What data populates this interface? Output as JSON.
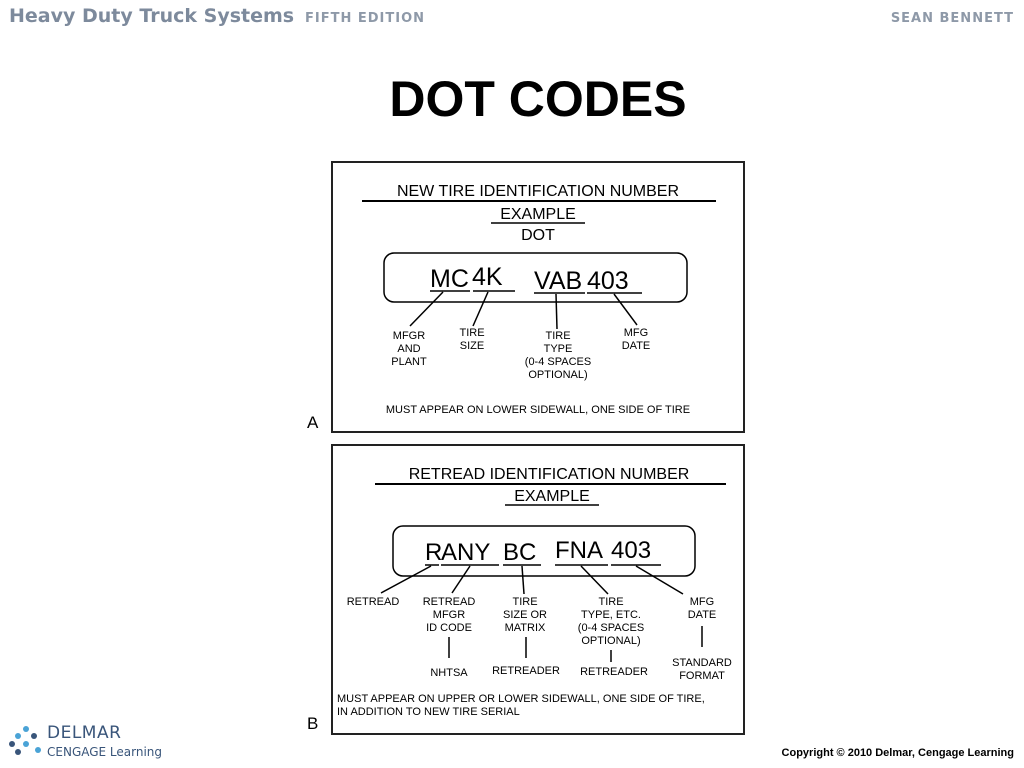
{
  "header": {
    "book_title": "Heavy Duty Truck Systems",
    "edition": "FIFTH EDITION",
    "author": "SEAN BENNETT"
  },
  "slide_title": "DOT CODES",
  "panel_a": {
    "label": "A",
    "heading_line1": "NEW TIRE IDENTIFICATION NUMBER",
    "heading_line2": "EXAMPLE",
    "heading_line3": "DOT",
    "code_part1": "MC",
    "code_part2": "4K",
    "code_part3": "VAB",
    "code_part4": "403",
    "callouts": {
      "mfgr_line1": "MFGR",
      "mfgr_line2": "AND",
      "mfgr_line3": "PLANT",
      "size_line1": "TIRE",
      "size_line2": "SIZE",
      "type_line1": "TIRE",
      "type_line2": "TYPE",
      "type_line3": "(0-4 SPACES",
      "type_line4": "OPTIONAL)",
      "date_line1": "MFG",
      "date_line2": "DATE"
    },
    "note": "MUST APPEAR ON LOWER SIDEWALL, ONE SIDE OF TIRE"
  },
  "panel_b": {
    "label": "B",
    "heading_line1": "RETREAD IDENTIFICATION NUMBER",
    "heading_line2": "EXAMPLE",
    "code_part1": "R",
    "code_part2": "ANY",
    "code_part3": "BC",
    "code_part4": "FNA",
    "code_part5": "403",
    "callouts": {
      "retread": "RETREAD",
      "mfgr_line1": "RETREAD",
      "mfgr_line2": "MFGR",
      "mfgr_line3": "ID CODE",
      "size_line1": "TIRE",
      "size_line2": "SIZE OR",
      "size_line3": "MATRIX",
      "type_line1": "TIRE",
      "type_line2": "TYPE, ETC.",
      "type_line3": "(0-4 SPACES",
      "type_line4": "OPTIONAL)",
      "date_line1": "MFG",
      "date_line2": "DATE",
      "sub_nhtsa": "NHTSA",
      "sub_retreader1": "RETREADER",
      "sub_retreader2": "RETREADER",
      "sub_std_line1": "STANDARD",
      "sub_std_line2": "FORMAT"
    },
    "note_line1": "MUST APPEAR ON UPPER OR LOWER SIDEWALL, ONE SIDE OF TIRE,",
    "note_line2": "IN ADDITION TO NEW TIRE SERIAL"
  },
  "footer": {
    "copyright": "Copyright © 2010 Delmar, Cengage Learning",
    "logo_name": "DELMAR",
    "logo_sub": "CENGAGE Learning"
  },
  "colors": {
    "header_text": "#7d8a9c",
    "logo_blue": "#39557a",
    "logo_dots": "#4aa3d6"
  }
}
